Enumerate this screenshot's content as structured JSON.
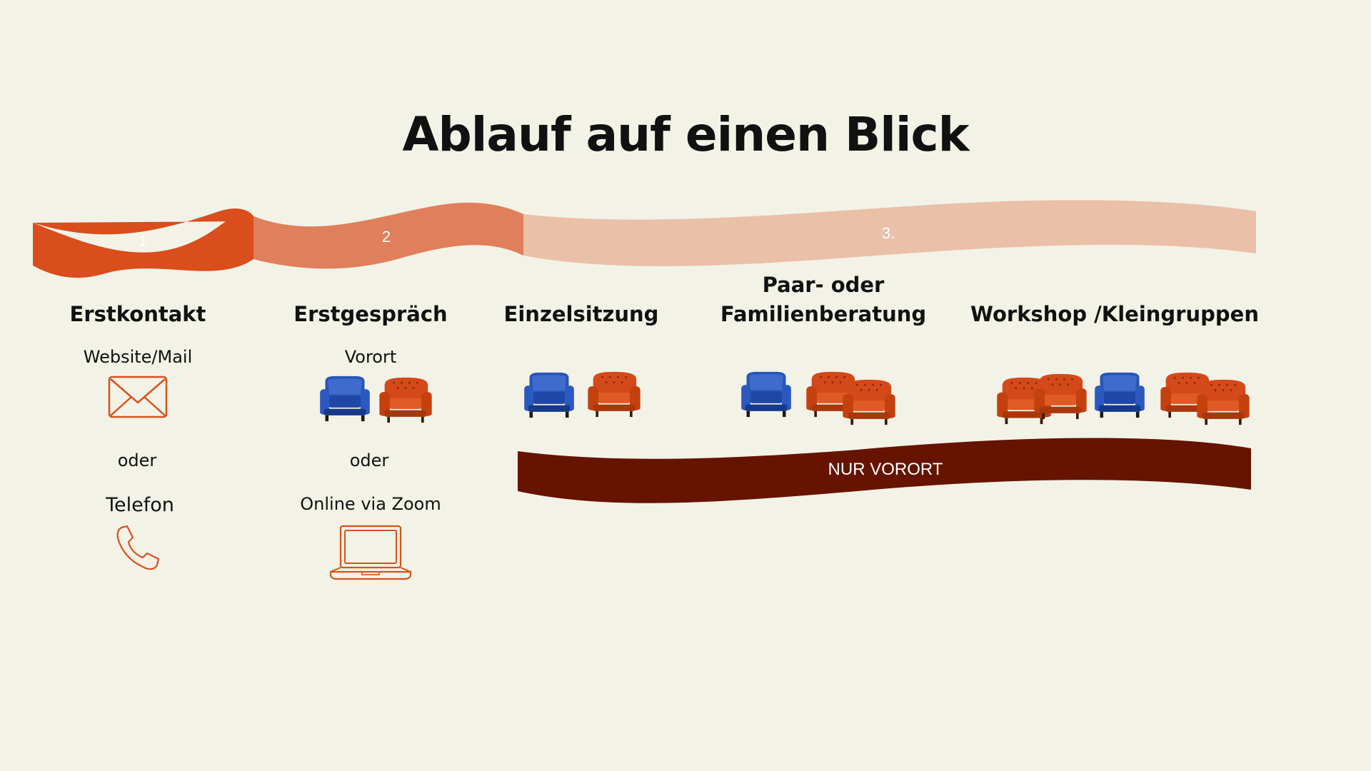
{
  "title": "Ablauf auf einen Blick",
  "steps": [
    {
      "number": "1",
      "color": "#d94e1c"
    },
    {
      "number": "2",
      "color": "#e07f5c"
    },
    {
      "number": "3.",
      "color": "#eac0a8"
    }
  ],
  "columns": {
    "erstkontakt": {
      "heading": "Erstkontakt",
      "option_a": "Website/Mail",
      "separator": "oder",
      "option_b": "Telefon"
    },
    "erstgespraech": {
      "heading": "Erstgespräch",
      "option_a": "Vorort",
      "separator": "oder",
      "option_b": "Online via Zoom"
    },
    "einzelsitzung": {
      "heading": "Einzelsitzung"
    },
    "paarberatung": {
      "heading_line1": "Paar- oder",
      "heading_line2": "Familienberatung"
    },
    "workshop": {
      "heading": "Workshop /Kleingruppen"
    }
  },
  "banner": {
    "text": "NUR VORORT",
    "color": "#661400"
  },
  "icons": {
    "mail": "envelope-icon",
    "phone": "phone-icon",
    "laptop": "laptop-icon",
    "chair_blue": "armchair-blue",
    "chair_orange": "armchair-orange"
  },
  "colors": {
    "background": "#f3f2e7",
    "icon_stroke": "#d4531f",
    "chair_blue": "#2a55b8",
    "chair_orange": "#d4491a"
  }
}
